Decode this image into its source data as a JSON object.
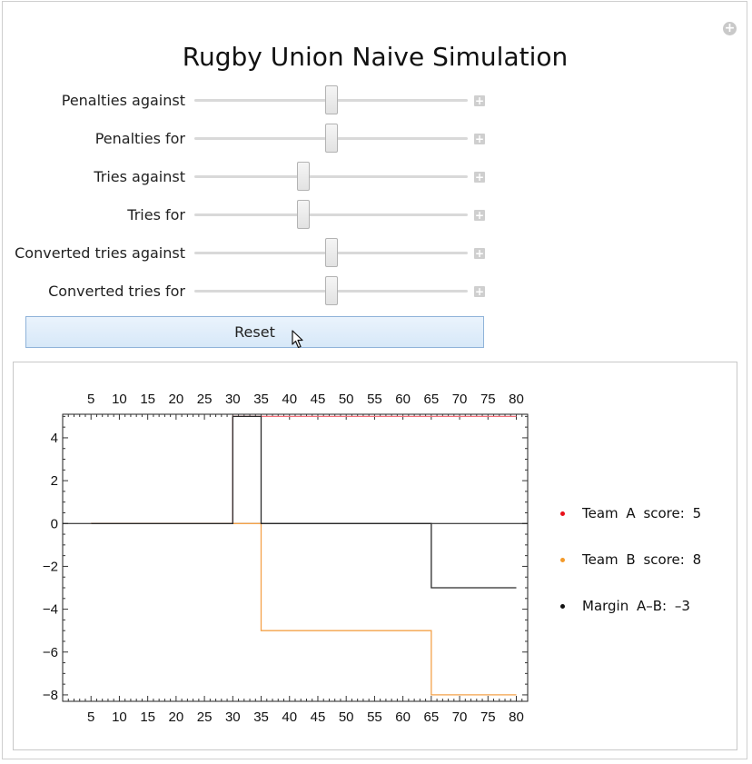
{
  "title": "Rugby Union Naive Simulation",
  "sliders": [
    {
      "label": "Penalties against",
      "value": 0.5
    },
    {
      "label": "Penalties for",
      "value": 0.5
    },
    {
      "label": "Tries against",
      "value": 0.4
    },
    {
      "label": "Tries for",
      "value": 0.4
    },
    {
      "label": "Converted tries against",
      "value": 0.5
    },
    {
      "label": "Converted tries for",
      "value": 0.5
    }
  ],
  "reset_label": "Reset",
  "plus_glyph": "+",
  "legend": [
    {
      "label": "Team  A  score:  5",
      "color": "#e8101a"
    },
    {
      "label": "Team  B  score:  8",
      "color": "#f39a2a"
    },
    {
      "label": "Margin  A–B:  –3",
      "color": "#111111"
    }
  ],
  "chart_data": {
    "type": "line",
    "xlim": [
      0,
      82
    ],
    "ylim": [
      -8.3,
      5.1
    ],
    "x_ticks": [
      5,
      10,
      15,
      20,
      25,
      30,
      35,
      40,
      45,
      50,
      55,
      60,
      65,
      70,
      75,
      80
    ],
    "y_ticks": [
      4,
      2,
      0,
      -2,
      -4,
      -6,
      -8
    ],
    "y_tick_labels": [
      "4",
      "2",
      "0",
      "−2",
      "−4",
      "−6",
      "−8"
    ],
    "series": [
      {
        "color": "#f0707a",
        "points": [
          [
            5,
            0
          ],
          [
            30,
            0
          ],
          [
            30,
            5
          ],
          [
            80,
            5
          ]
        ]
      },
      {
        "color": "#f4a24a",
        "points": [
          [
            5,
            0
          ],
          [
            35,
            0
          ],
          [
            35,
            -5
          ],
          [
            65,
            -5
          ],
          [
            65,
            -8
          ],
          [
            80,
            -8
          ]
        ]
      },
      {
        "color": "#2b2b2b",
        "points": [
          [
            5,
            0
          ],
          [
            30,
            0
          ],
          [
            30,
            5
          ],
          [
            35,
            5
          ],
          [
            35,
            0
          ],
          [
            65,
            0
          ],
          [
            65,
            -3
          ],
          [
            80,
            -3
          ]
        ]
      }
    ]
  }
}
